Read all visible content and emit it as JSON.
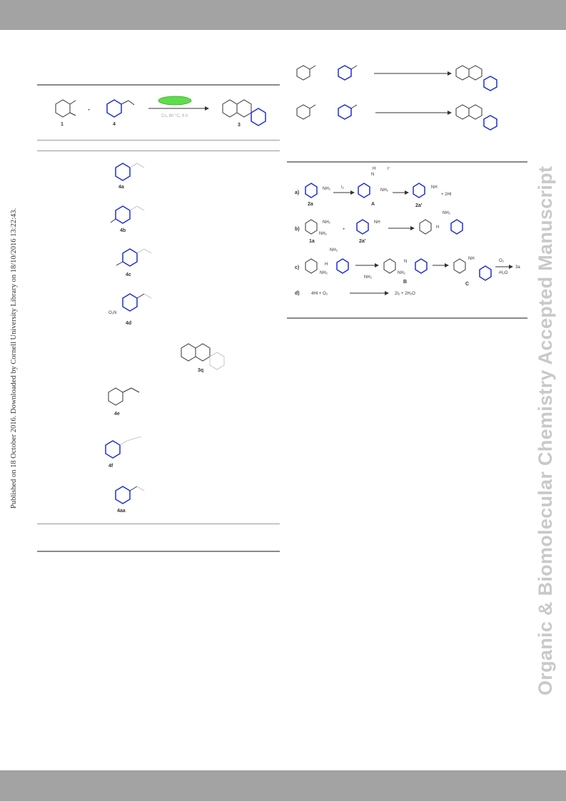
{
  "published_note": "Published on 18 October 2016. Downloaded by Cornell University Library on 18/10/2016 13:22:43.",
  "journal_watermark": "Organic & Biomolecular Chemistry Accepted Manuscript",
  "scheme_left": {
    "compound_1": "1",
    "compound_4": "4",
    "compound_3": "3",
    "arrow_label": "Cs, 80 °C, 6 h",
    "plus": "+",
    "amines": [
      "4a",
      "4b",
      "4c",
      "4d",
      "4e",
      "4f",
      "4aa"
    ],
    "product": "3q",
    "substituent_o2n": "O₂N"
  },
  "mechanism": {
    "row_a_label": "a)",
    "row_b_label": "b)",
    "row_c_label": "c)",
    "row_d_label": "d)",
    "reagent_i2": "I₂",
    "iodide": "I⁻",
    "amine_2a": "2a",
    "intermediate_a": "A",
    "imine_2a_prime": "2a'",
    "plus_2hi": "+   2HI",
    "plus": "+",
    "diamine_1a": "1a",
    "intermediate_b": "B",
    "intermediate_c": "C",
    "o2": "O₂",
    "minus_h2o": "-H₂O",
    "product_3a": "3a",
    "nh2": "NH₂",
    "nh": "NH",
    "h": "H",
    "n": "N",
    "nh3": "NH₃",
    "eq_d_left": "4HI   +   O₂",
    "eq_d_right": "2I₂   +   2H₂O"
  }
}
